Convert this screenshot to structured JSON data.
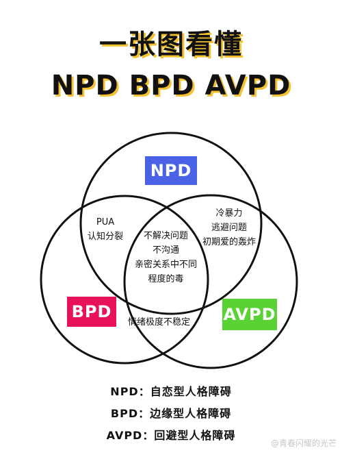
{
  "title": {
    "line1": "一张图看懂",
    "line2": "NPD BPD AVPD"
  },
  "badges": {
    "npd": "NPD",
    "bpd": "BPD",
    "avpd": "AVPD"
  },
  "regions": {
    "npd_bpd": [
      "PUA",
      "认知分裂"
    ],
    "npd_avpd": [
      "冷暴力",
      "逃避问题",
      "初期爱的轰炸"
    ],
    "center": [
      "不解决问题",
      "不沟通",
      "亲密关系中不同",
      "程度的毒"
    ],
    "bpd_avpd": [
      "情绪极度不稳定"
    ]
  },
  "legend": [
    "NPD：自恋型人格障碍",
    "BPD：边缘型人格障碍",
    "AVPD：回避型人格障碍"
  ],
  "watermark": "@青春闪耀的光芒",
  "colors": {
    "npd": "#4a63e6",
    "bpd": "#e8125b",
    "avpd": "#5bd233",
    "title_shadow": "#f3c233"
  }
}
